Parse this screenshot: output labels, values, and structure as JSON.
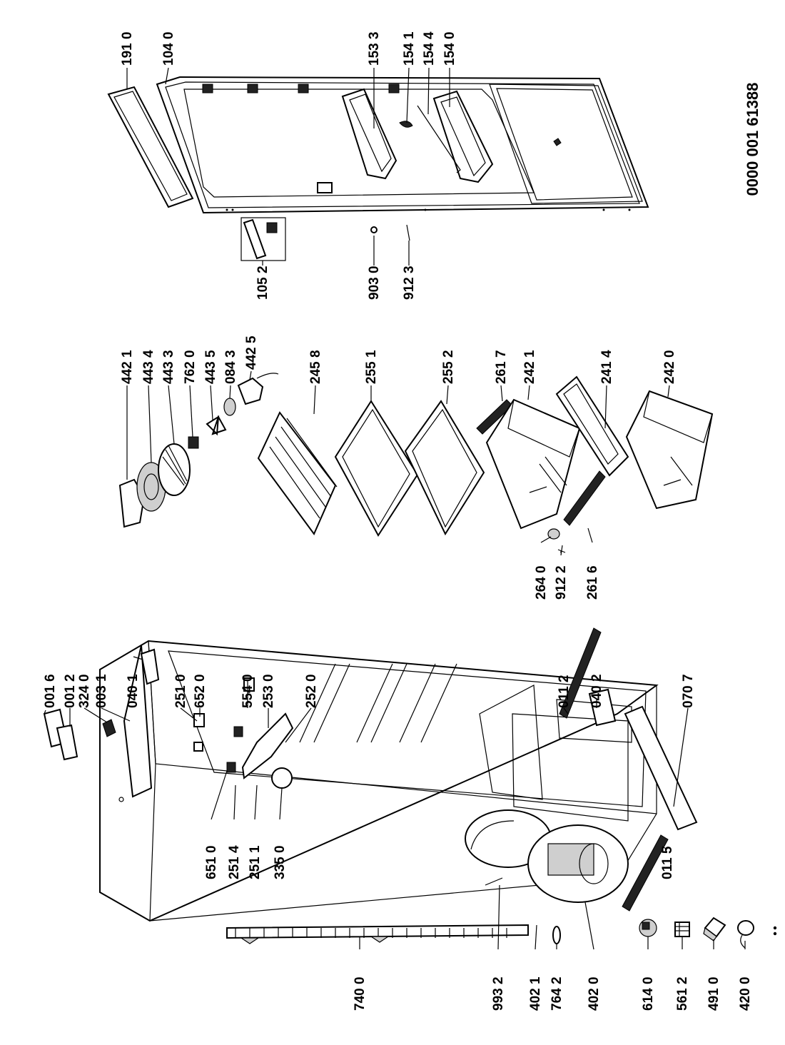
{
  "document_id": "0000 001 61388",
  "labels": {
    "p1910": "191 0",
    "p1040": "104 0",
    "p1533": "153 3",
    "p1541": "154 1",
    "p1544": "154 4",
    "p1540": "154 0",
    "p1052": "105 2",
    "p9030": "903 0",
    "p9123": "912 3",
    "p4421": "442 1",
    "p4434": "443 4",
    "p4433": "443 3",
    "p7620": "762 0",
    "p4435": "443 5",
    "p0843": "084 3",
    "p4425": "442 5",
    "p2458": "245 8",
    "p2551": "255 1",
    "p2552": "255 2",
    "p2617": "261 7",
    "p2421": "242 1",
    "p2414": "241 4",
    "p2420": "242 0",
    "p2640": "264 0",
    "p9122": "912 2",
    "p2616": "261 6",
    "p0016": "001 6",
    "p0012": "001 2",
    "p3240": "324 0",
    "p0031": "003 1",
    "p0401": "040 1",
    "p2510": "251 0",
    "p6520": "652 0",
    "p5540": "554 0",
    "p2530": "253 0",
    "p2520": "252 0",
    "p0112": "011 2",
    "p0402": "040 2",
    "p0707": "070 7",
    "p6510": "651 0",
    "p2514": "251 4",
    "p2511": "251 1",
    "p3350": "335 0",
    "p0115": "011 5",
    "p7400": "740 0",
    "p9932": "993 2",
    "p4021": "402 1",
    "p7642": "764 2",
    "p4020": "402 0",
    "p6140": "614 0",
    "p5612": "561 2",
    "p4910": "491 0",
    "p4200": "420 0"
  }
}
